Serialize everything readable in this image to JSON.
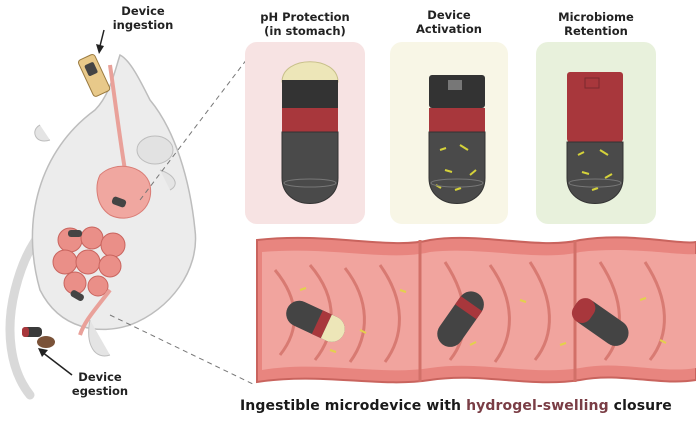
{
  "labels": {
    "ingestion": "Device ingestion",
    "egestion": "Device egestion"
  },
  "stages": [
    {
      "title_line1": "pH Protection",
      "title_line2": "(in stomach)",
      "panel_color": "#f7e3e3"
    },
    {
      "title_line1": "Device",
      "title_line2": "Activation",
      "panel_color": "#f8f6e6"
    },
    {
      "title_line1": "Microbiome",
      "title_line2": "Retention",
      "panel_color": "#e8f1dc"
    }
  ],
  "caption": {
    "prefix": "Ingestible microdevice with ",
    "highlight": "hydrogel-swelling",
    "suffix": " closure"
  },
  "colors": {
    "hydrogel_band": "#a8373c",
    "capsule_body": "#3c3c3c",
    "intestine": "#e8857f",
    "highlight_text": "#7a3d45"
  }
}
